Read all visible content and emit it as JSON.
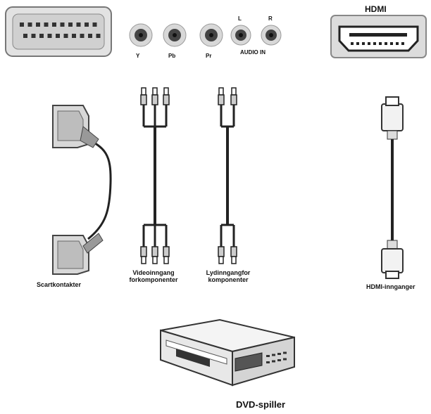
{
  "panel": {
    "jacks": {
      "y": "Y",
      "pb": "Pb",
      "pr": "Pr",
      "l": "L",
      "r": "R",
      "audio_in": "AUDIO IN"
    },
    "hdmi_title": "HDMI"
  },
  "labels": {
    "scart": "Scartkontakter",
    "video_line1": "Videoinngang",
    "video_line2": "forkomponenter",
    "audio_line1": "Lydinngangfor",
    "audio_line2": "komponenter",
    "hdmi_inputs": "HDMI-innganger",
    "dvd": "DVD-spiller"
  },
  "colors": {
    "ink": "#111111",
    "panel": "#d9d9d9",
    "cable": "#222222"
  }
}
